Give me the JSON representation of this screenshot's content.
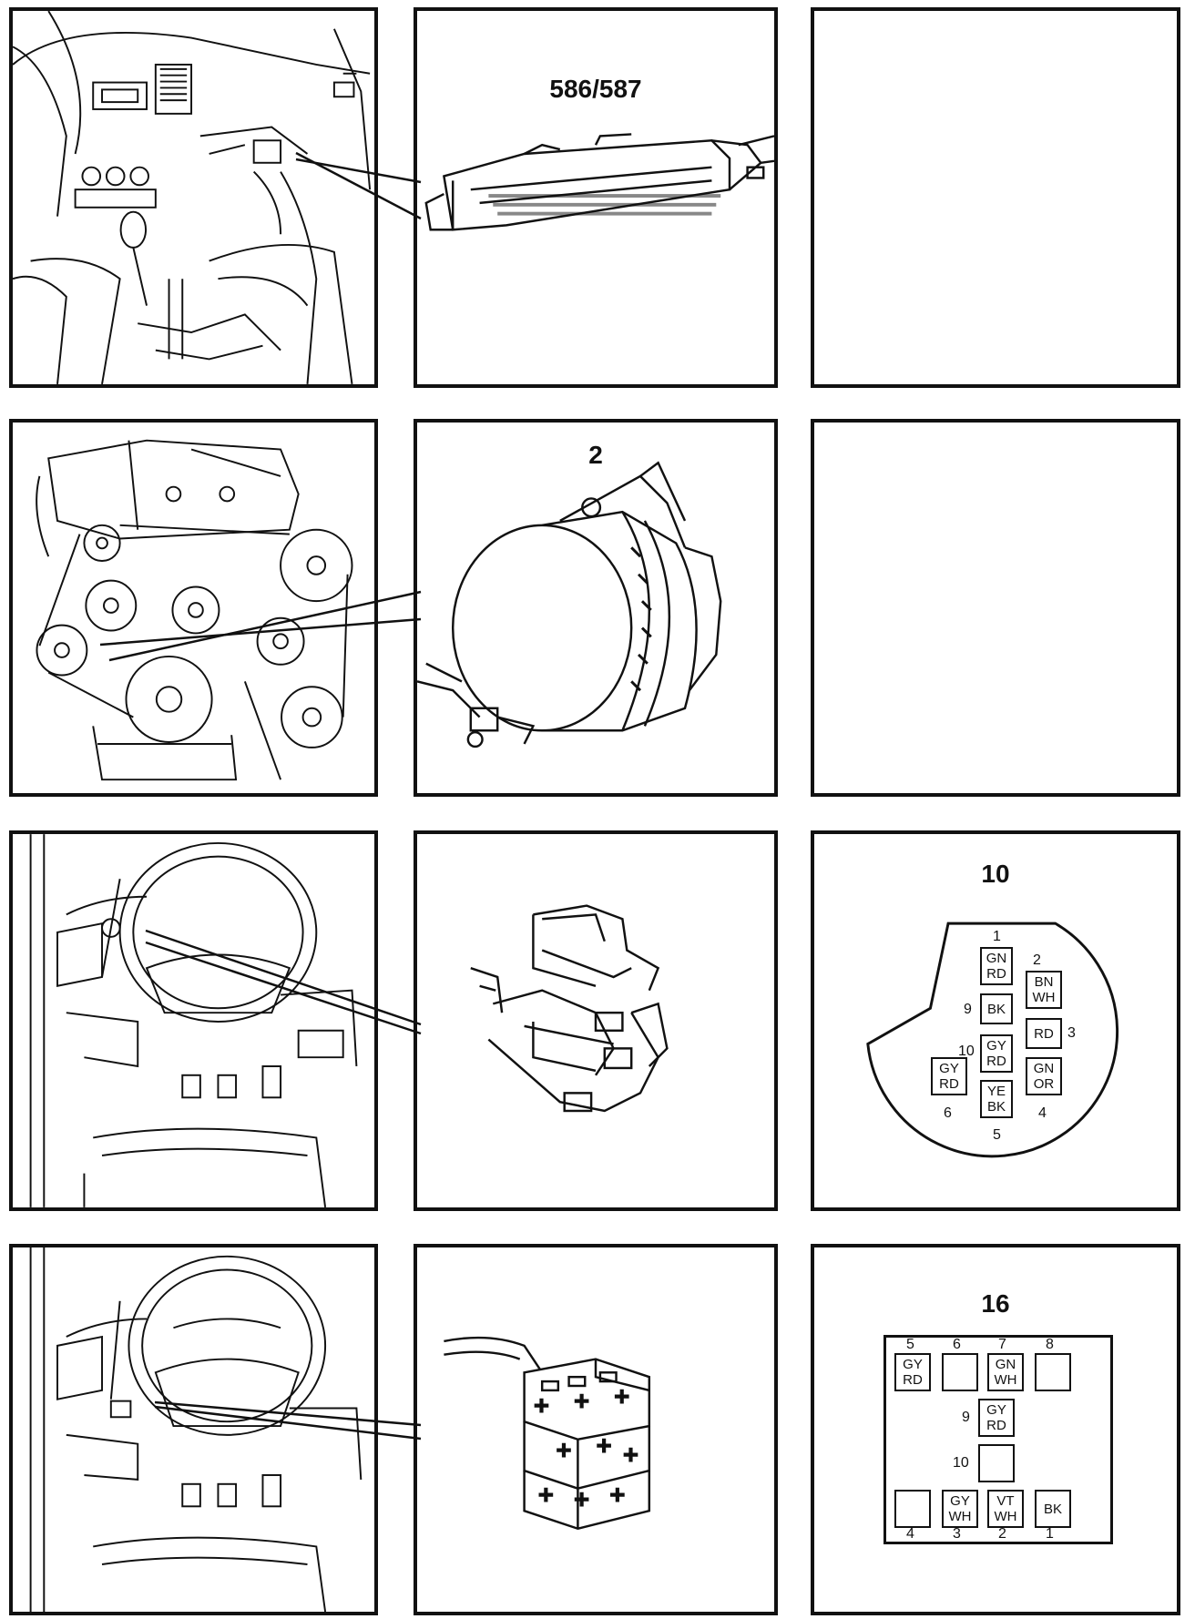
{
  "rows": [
    {
      "photo": "dashboard-ecu-location",
      "detail_label": "586/587",
      "detail": "ecu-connector",
      "pinout": null
    },
    {
      "photo": "engine-belt-drive",
      "detail_label": "2",
      "detail": "alternator",
      "pinout": null
    },
    {
      "photo": "steering-column-left",
      "detail_label": "",
      "detail": "round-connector",
      "pinout": "10"
    },
    {
      "photo": "steering-column-right",
      "detail_label": "",
      "detail": "square-connector",
      "pinout": "16"
    }
  ],
  "connector10": {
    "title": "10",
    "pins": [
      {
        "num": "1",
        "wire": [
          "GN",
          "RD"
        ]
      },
      {
        "num": "2",
        "wire": [
          "BN",
          "WH"
        ]
      },
      {
        "num": "3",
        "wire": [
          "RD"
        ]
      },
      {
        "num": "4",
        "wire": [
          "GN",
          "OR"
        ]
      },
      {
        "num": "5",
        "wire": [
          "YE",
          "BK"
        ]
      },
      {
        "num": "6",
        "wire": [
          "GY",
          "RD"
        ]
      },
      {
        "num": "9",
        "wire": [
          "BK"
        ]
      },
      {
        "num": "10",
        "wire": [
          "GY",
          "RD"
        ]
      }
    ]
  },
  "connector16": {
    "title": "16",
    "pins": [
      {
        "num": "5",
        "wire": [
          "GY",
          "RD"
        ]
      },
      {
        "num": "6",
        "wire": []
      },
      {
        "num": "7",
        "wire": [
          "GN",
          "WH"
        ]
      },
      {
        "num": "8",
        "wire": []
      },
      {
        "num": "9",
        "wire": [
          "GY",
          "RD"
        ]
      },
      {
        "num": "10",
        "wire": []
      },
      {
        "num": "4",
        "wire": []
      },
      {
        "num": "3",
        "wire": [
          "GY",
          "WH"
        ]
      },
      {
        "num": "2",
        "wire": [
          "VT",
          "WH"
        ]
      },
      {
        "num": "1",
        "wire": [
          "BK"
        ]
      }
    ]
  }
}
